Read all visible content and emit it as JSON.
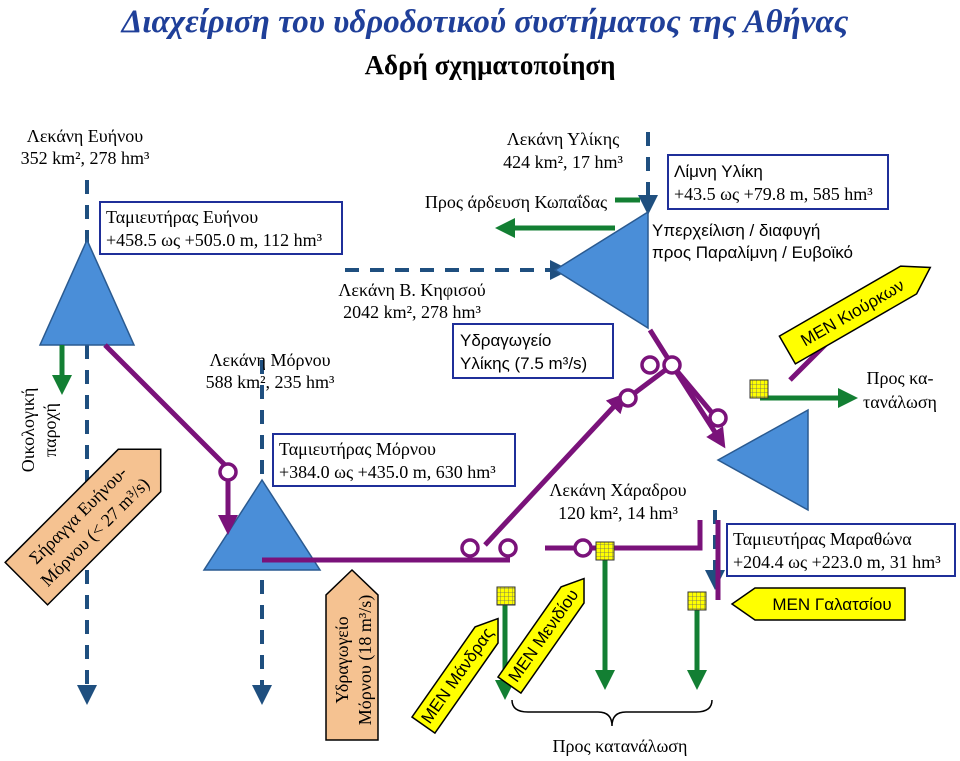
{
  "title": "Διαχείριση του υδροδοτικού συστήματος της Αθήνας",
  "subtitle": "Αδρή σχηματοποίηση",
  "basins": {
    "evinos": {
      "name": "Λεκάνη Ευήνου",
      "stats": "352 km², 278 hm³"
    },
    "mornos": {
      "name": "Λεκάνη Μόρνου",
      "stats": "588 km², 235 hm³"
    },
    "kifisos": {
      "name": "Λεκάνη Β. Κηφισού",
      "stats": "2042 km², 278 hm³"
    },
    "yliki": {
      "name": "Λεκάνη Υλίκης",
      "stats": "424 km², 17 hm³"
    },
    "charadros": {
      "name": "Λεκάνη Χάραδρου",
      "stats": "120 km², 14 hm³"
    }
  },
  "reservoirs": {
    "evinos": {
      "name": "Ταμιευτήρας Ευήνου",
      "range": "+458.5 ως +505.0 m, 112 hm³"
    },
    "mornos": {
      "name": "Ταμιευτήρας Μόρνου",
      "range": "+384.0 ως +435.0 m, 630 hm³"
    },
    "yliki": {
      "name": "Λίμνη Υλίκη",
      "range": "+43.5 ως +79.8 m, 585 hm³"
    },
    "marathon": {
      "name": "Ταμιευτήρας Μαραθώνα",
      "range": "+204.4 ως +223.0 m, 31 hm³"
    }
  },
  "labels": {
    "kopaida": "Προς άρδευση Κωπαΐδας",
    "overflow_1": "Υπερχείλιση / διαφυγή",
    "overflow_2": "προς Παραλίμνη / Ευβοϊκό",
    "yliki_aqueduct_1": "Υδραγωγείο",
    "yliki_aqueduct_2": "Υλίκης (7.5 m³/s)",
    "consumption_right_1": "Προς κα-",
    "consumption_right_2": "τανάλωση",
    "consumption_bottom": "Προς κατανάλωση",
    "ecological_1": "Οικολογική",
    "ecological_2": "παροχή",
    "tunnel_1": "Σήραγγα Ευήνου-",
    "tunnel_2": "Μόρνου (< 27 m³/s)",
    "mornos_aqueduct_1": "Υδραγωγείο",
    "mornos_aqueduct_2": "Μόρνου (18 m³/s)",
    "men_kiourka": "ΜΕΝ Κιούρκων",
    "men_galatsi": "ΜΕΝ Γαλατσίου",
    "men_mandra": "ΜΕΝ Μάνδρας",
    "men_menidi": "ΜΕΝ Μενιδίου"
  },
  "colors": {
    "title": "#1f3f99",
    "aqueduct": "#7a127a",
    "outflow": "#137f33",
    "inflow": "#1f4f7f",
    "reservoir": "#4a8ed8",
    "treatment_plant": "#ffff00",
    "tunnel": "#f5c291"
  }
}
